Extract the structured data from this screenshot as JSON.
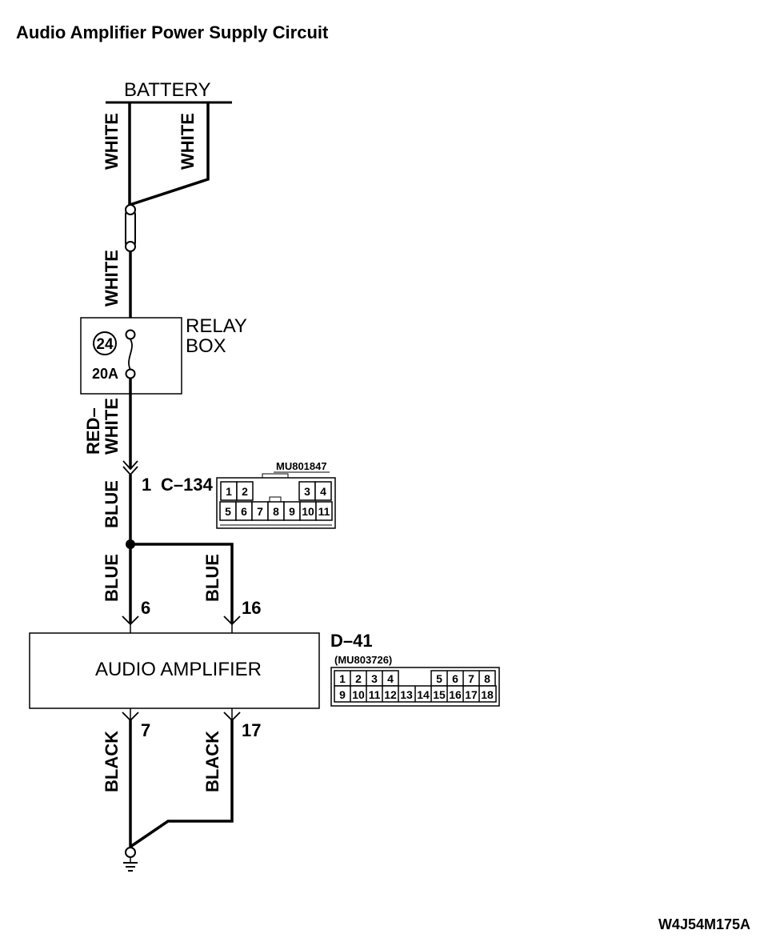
{
  "title": "Audio Amplifier Power Supply Circuit",
  "figure_code": "W4J54M175A",
  "battery": {
    "label": "BATTERY"
  },
  "wires": {
    "battery_left": "WHITE",
    "battery_right": "WHITE",
    "fusible_out": "WHITE",
    "relay_out_line1": "RED–",
    "relay_out_line2": "WHITE",
    "c134_out": "BLUE",
    "branch_left": "BLUE",
    "branch_right": "BLUE",
    "ground_left": "BLACK",
    "ground_right": "BLACK"
  },
  "relay_box": {
    "label_line1": "RELAY",
    "label_line2": "BOX",
    "fuse_number": "24",
    "fuse_rating": "20A"
  },
  "connector_c134": {
    "pin": "1",
    "name": "C–134",
    "part_number": "MU801847",
    "row1": [
      "1",
      "2",
      "3",
      "4"
    ],
    "row2": [
      "5",
      "6",
      "7",
      "8",
      "9",
      "10",
      "11"
    ]
  },
  "amplifier": {
    "label": "AUDIO AMPLIFIER",
    "pins": {
      "in_left": "6",
      "in_right": "16",
      "out_left": "7",
      "out_right": "17"
    }
  },
  "connector_d41": {
    "name": "D–41",
    "part_number": "(MU803726)",
    "row1": [
      "1",
      "2",
      "3",
      "4",
      "5",
      "6",
      "7",
      "8"
    ],
    "row2": [
      "9",
      "10",
      "11",
      "12",
      "13",
      "14",
      "15",
      "16",
      "17",
      "18"
    ]
  }
}
